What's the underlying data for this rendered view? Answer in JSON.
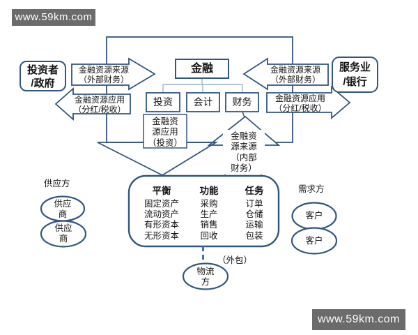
{
  "watermarks": {
    "top_left": "www.59km.com",
    "bottom_right": "www.59km.com"
  },
  "colors": {
    "shape_border": "#31567f",
    "connector_line": "#9db3ce",
    "dashed_link": "#3f72ad",
    "watermark_bg": "#6b6b6b",
    "watermark_text": "#ffffff"
  },
  "finance_unit": {
    "title": "金融",
    "departments": [
      "投资",
      "会计",
      "财务"
    ]
  },
  "external_left": {
    "entity": {
      "line1": "投资者",
      "line2": "/政府"
    },
    "inflow": {
      "line1": "金融资源来源",
      "line2": "（外部财务）"
    },
    "outflow": {
      "line1": "金融资源应用",
      "line2": "（分红/税收）"
    }
  },
  "external_right": {
    "entity": {
      "line1": "服务业",
      "line2": "/银行"
    },
    "inflow": {
      "line1": "金融资源来源",
      "line2": "（外部财务）"
    },
    "outflow": {
      "line1": "金融资源应用",
      "line2": "（分红/税收）"
    }
  },
  "internal_flows": {
    "application": {
      "lines": [
        "金融资",
        "源应用",
        "（投资）"
      ]
    },
    "source": {
      "lines": [
        "金融资",
        "源来源",
        "（内部",
        "财务）"
      ]
    }
  },
  "operations": {
    "columns": [
      {
        "header": "平衡",
        "items": [
          "固定资产",
          "流动资产",
          "有形资本",
          "无形资本"
        ]
      },
      {
        "header": "功能",
        "items": [
          "采购",
          "生产",
          "销售",
          "回收"
        ]
      },
      {
        "header": "任务",
        "items": [
          "订单",
          "仓储",
          "运输",
          "包装"
        ]
      }
    ]
  },
  "supply_side": {
    "label": "供应方",
    "nodes": [
      "供应商",
      "供应商"
    ]
  },
  "demand_side": {
    "label": "需求方",
    "nodes": [
      "客户",
      "客户"
    ]
  },
  "logistics": {
    "node": "物流方",
    "annotation": "（外包）"
  }
}
